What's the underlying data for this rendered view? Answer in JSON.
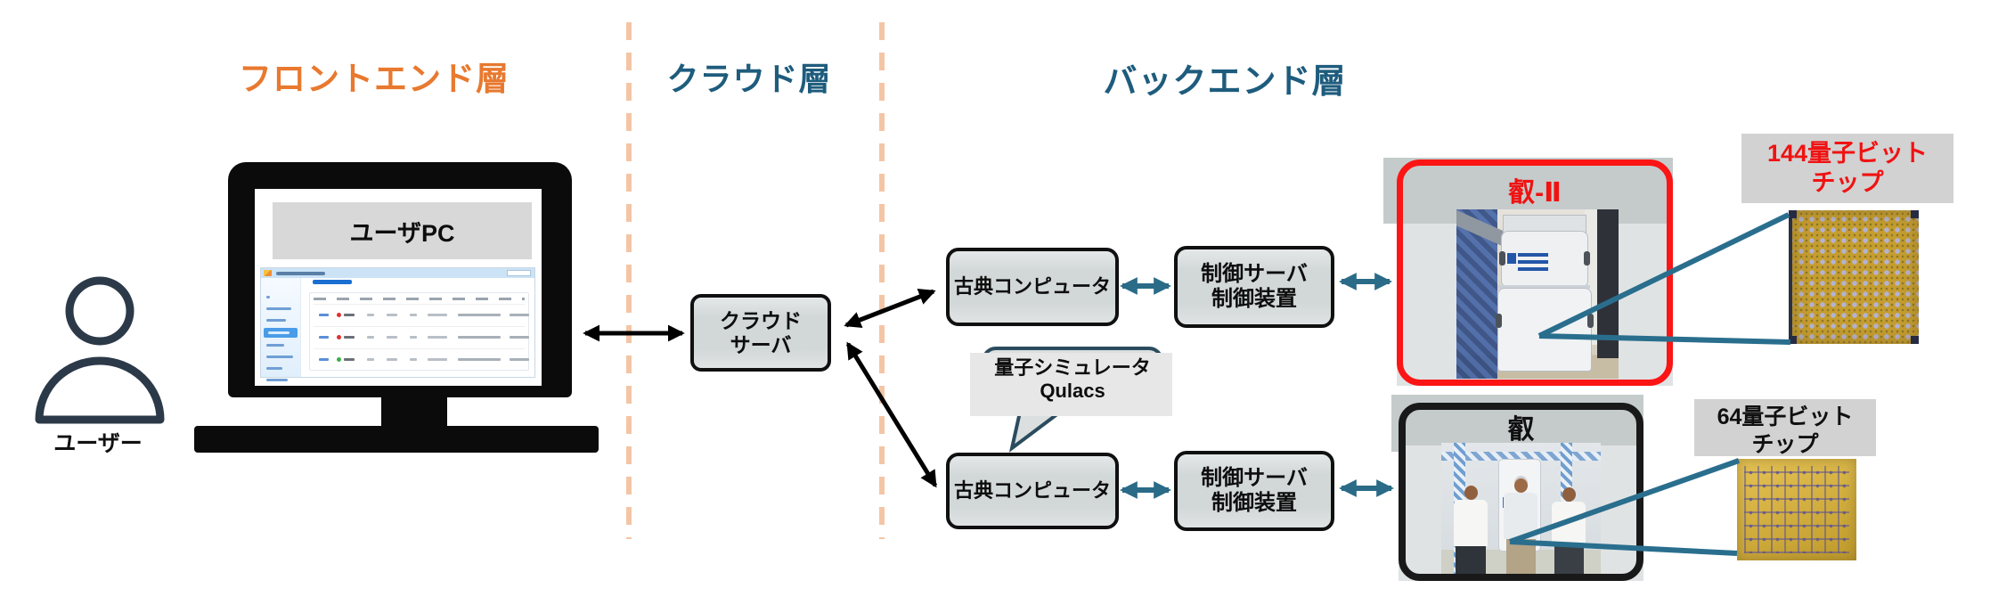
{
  "diagram": {
    "layers": [
      {
        "id": "frontend",
        "label": "フロントエンド層"
      },
      {
        "id": "cloud",
        "label": "クラウド層"
      },
      {
        "id": "backend",
        "label": "バックエンド層"
      }
    ],
    "user": {
      "label": "ユーザー"
    },
    "user_pc": {
      "label": "ユーザPC"
    },
    "cloud_server": {
      "line1": "クラウド",
      "line2": "サーバ"
    },
    "classical_computer_top": {
      "label": "古典コンピュータ"
    },
    "classical_computer_bottom": {
      "label": "古典コンピュータ"
    },
    "control_server_top": {
      "line1": "制御サーバ",
      "line2": "制御装置"
    },
    "control_server_bottom": {
      "line1": "制御サーバ",
      "line2": "制御装置"
    },
    "quantum_simulator": {
      "line1": "量子シミュレータ",
      "line2": "Qulacs"
    },
    "qpu_ei2": {
      "label": "叡-Ⅱ"
    },
    "qpu_ei": {
      "label": "叡"
    },
    "chip_144": {
      "line1": "144量子ビット",
      "line2": "チップ"
    },
    "chip_64": {
      "line1": "64量子ビット",
      "line2": "チップ"
    }
  },
  "colors": {
    "frontend_label": "#E8792F",
    "cloud_backend_label": "#1E5C7D",
    "ei2_accent_red": "#FB1515",
    "chip144_label_red": "#F01212",
    "teal_arrow": "#2A6B88",
    "black_arrow": "#000000",
    "dashed_divider": "#F4C5A5",
    "node_fill": "#D2D7D7",
    "banner_fill": "#C5CBCB"
  },
  "user_pc_screen": {
    "device_row_status_colors": [
      "#E03030",
      "#E03030",
      "#3FAE49"
    ]
  }
}
